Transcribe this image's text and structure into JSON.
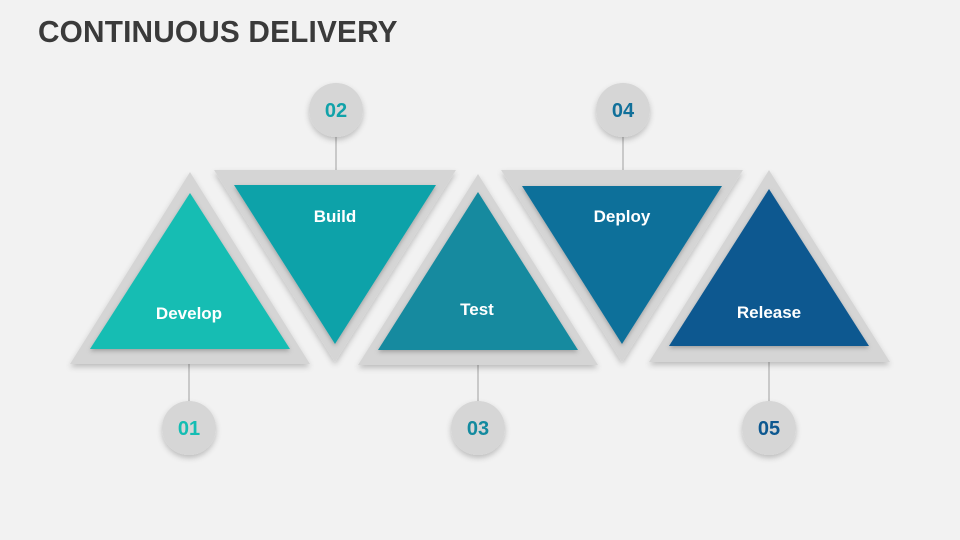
{
  "title": "CONTINUOUS DELIVERY",
  "steps": [
    {
      "number": "01",
      "label": "Develop",
      "color": "#14bdb3",
      "number_color": "#14bdb3"
    },
    {
      "number": "02",
      "label": "Build",
      "color": "#11a2a9",
      "number_color": "#11a2a9"
    },
    {
      "number": "03",
      "label": "Test",
      "color": "#138a9f",
      "number_color": "#138a9f"
    },
    {
      "number": "04",
      "label": "Deploy",
      "color": "#11709a",
      "number_color": "#11709a"
    },
    {
      "number": "05",
      "label": "Release",
      "color": "#0d5890",
      "number_color": "#0d5890"
    }
  ],
  "colors": {
    "background": "#f2f2f2",
    "frame": "#d5d5d5",
    "circle": "#d6d6d6",
    "connector": "#c9c9c9",
    "title": "#3a3a3a"
  }
}
